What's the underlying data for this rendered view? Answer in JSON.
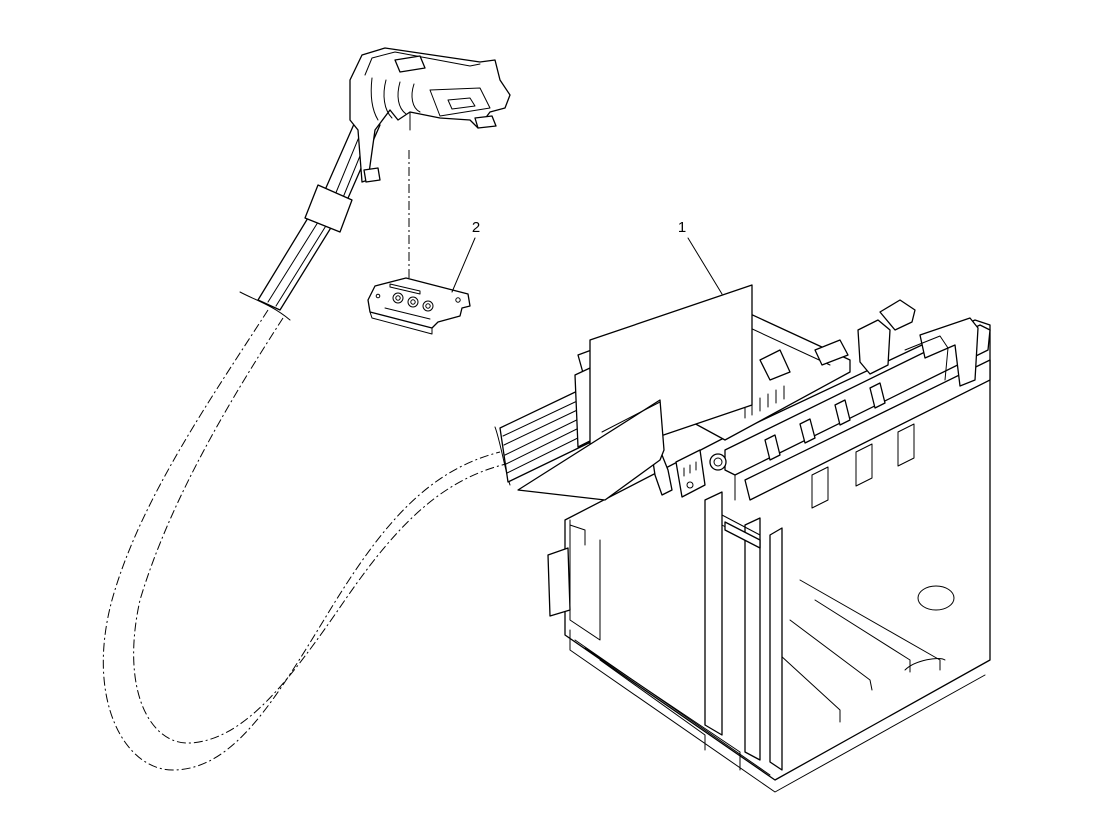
{
  "callouts": [
    {
      "id": "part-1",
      "label": "1"
    },
    {
      "id": "part-2",
      "label": "2"
    }
  ],
  "colors": {
    "line": "#000000",
    "background": "#ffffff"
  }
}
